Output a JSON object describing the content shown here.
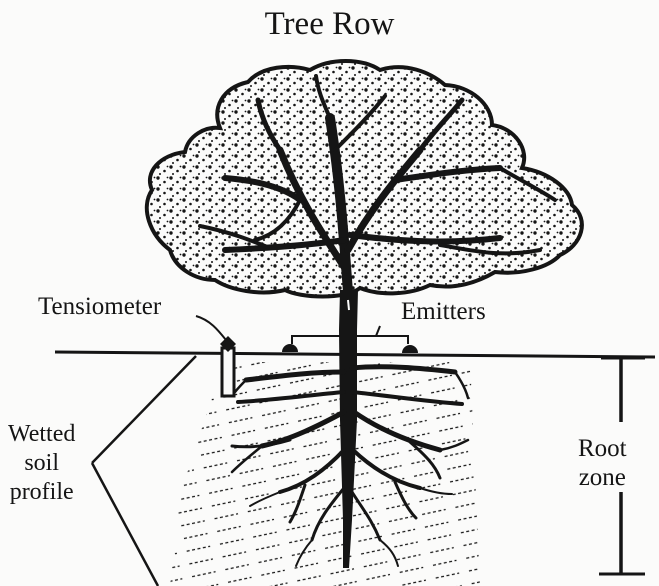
{
  "diagram": {
    "title": "Tree Row",
    "labels": {
      "tensiometer": "Tensiometer",
      "emitters": "Emitters",
      "wetted_line1": "Wetted",
      "wetted_line2": "soil",
      "wetted_line3": "profile",
      "root_line1": "Root",
      "root_line2": "zone"
    }
  },
  "colors": {
    "ink": "#151515",
    "paper": "#fbfbfa"
  },
  "icons": [
    "tree-canopy-icon",
    "tensiometer-icon",
    "emitter-icon"
  ]
}
